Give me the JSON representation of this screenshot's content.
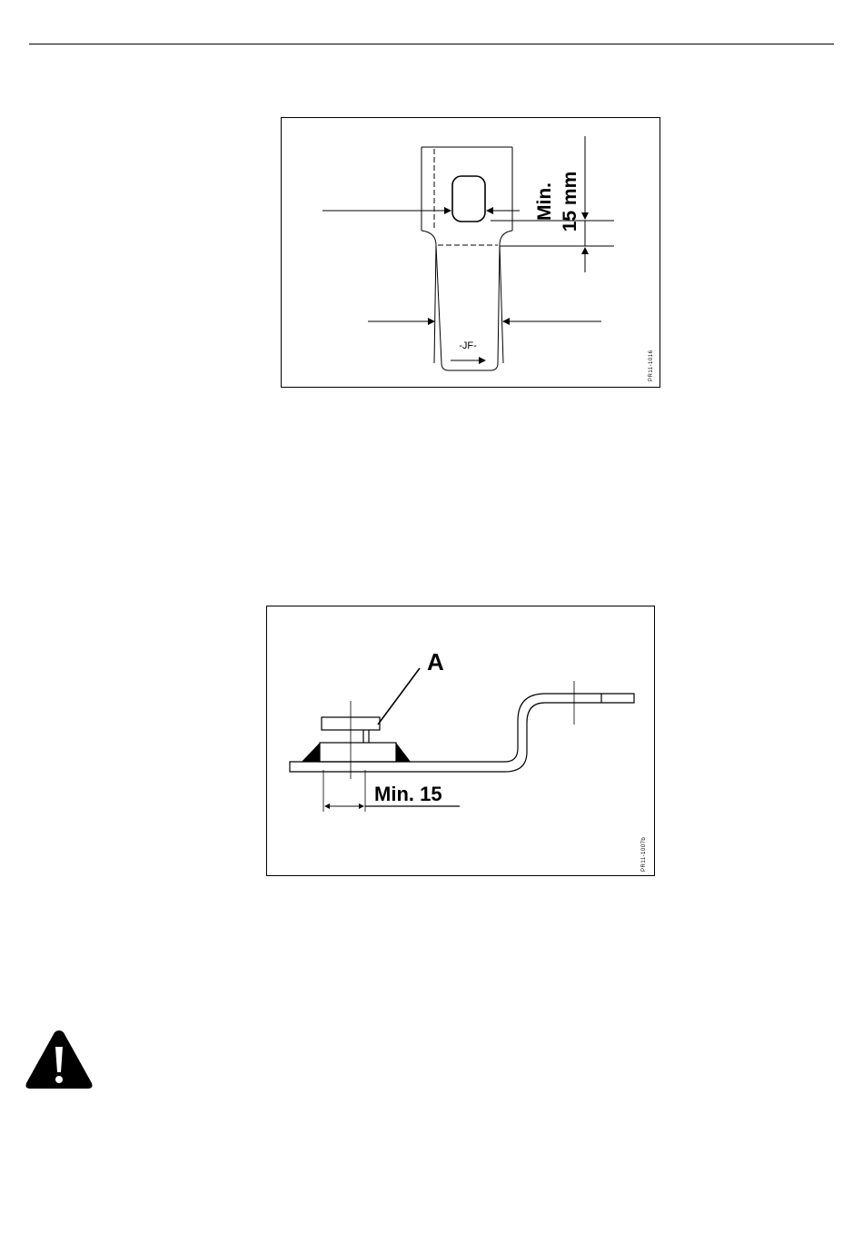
{
  "page": {
    "figure_1": {
      "dimension_label_line1": "Min.",
      "dimension_label_line2": "15 mm",
      "engraving": "-JF-",
      "figure_code": "PR11-1016"
    },
    "figure_2": {
      "part_label": "A",
      "dimension_label": "Min. 15",
      "figure_code": "PR11-1007b"
    },
    "warning": {
      "icon": "warning-triangle-icon"
    }
  }
}
